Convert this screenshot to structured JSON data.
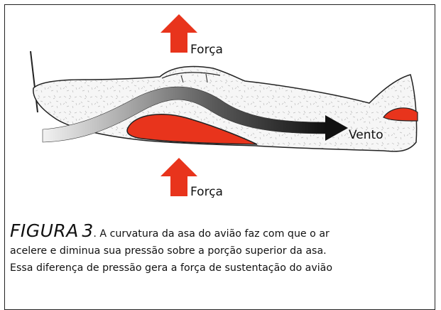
{
  "labels": {
    "force_top": "Força",
    "force_bottom": "Força",
    "wind": "Vento"
  },
  "caption": {
    "figure_word": "FIGURA",
    "figure_number": "3",
    "line1_rest": ". A curvatura da asa do avião faz com que o ar",
    "line2": "acelere e diminua sua pressão sobre a porção superior da asa.",
    "line3": "Essa diferença de pressão gera a força de sustentação do avião"
  },
  "colors": {
    "force_arrow": "#e8341c",
    "wing": "#e8341c",
    "fuselage_fill": "#f4f4f4",
    "airflow_start": "#f4f4f4",
    "airflow_end": "#111111"
  },
  "icons": {
    "force_arrow": "up-arrow-icon",
    "airflow_arrow": "right-arrow-icon"
  }
}
